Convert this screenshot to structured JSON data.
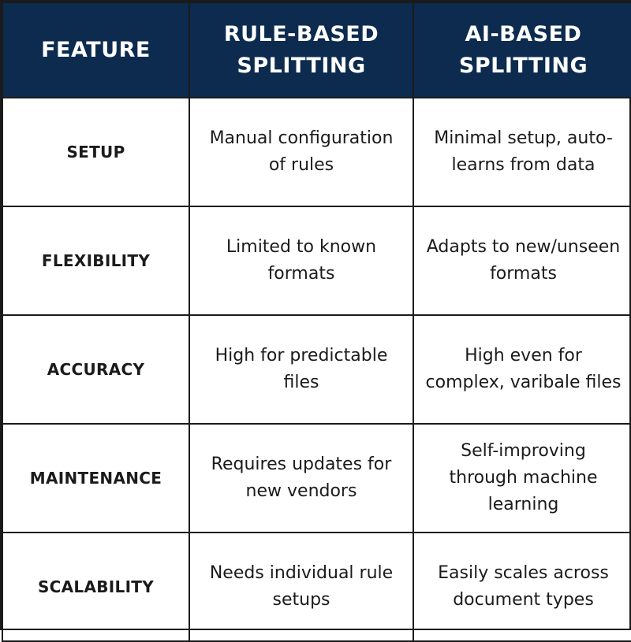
{
  "colors": {
    "header_bg": "#0c2b4e",
    "header_text": "#ffffff",
    "border": "#1b1b1b",
    "body_text": "#1b1b1b",
    "body_bg": "#ffffff"
  },
  "headers": {
    "feature": "FEATURE",
    "rule_based": "RULE-BASED SPLITTING",
    "ai_based": "AI-BASED SPLITTING"
  },
  "rows": [
    {
      "feature": "SETUP",
      "rule_based": "Manual configuration of rules",
      "ai_based": "Minimal setup, auto-learns from data"
    },
    {
      "feature": "FLEXIBILITY",
      "rule_based": "Limited to known formats",
      "ai_based": "Adapts to new/unseen formats"
    },
    {
      "feature": "ACCURACY",
      "rule_based": "High for predictable files",
      "ai_based": "High even for complex, varibale files"
    },
    {
      "feature": "MAINTENANCE",
      "rule_based": "Requires updates for new vendors",
      "ai_based": "Self-improving through machine learning"
    },
    {
      "feature": "SCALABILITY",
      "rule_based": "Needs individual rule setups",
      "ai_based": "Easily scales across document types"
    }
  ]
}
